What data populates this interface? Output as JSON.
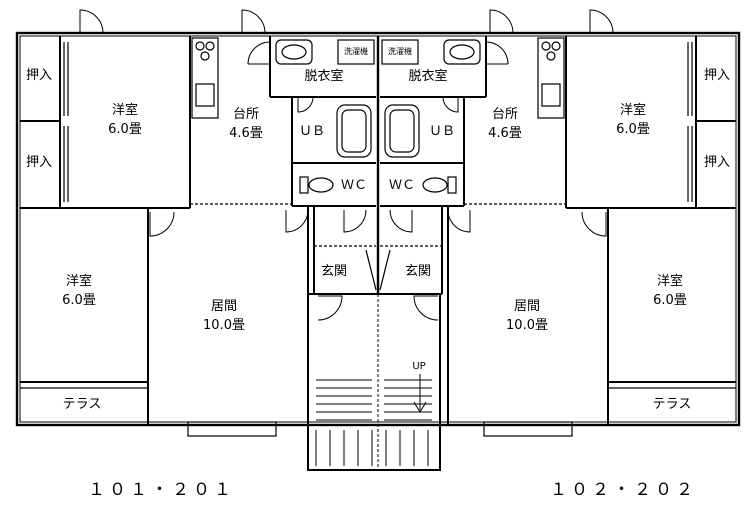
{
  "rooms": {
    "left": {
      "oshiire_top": "押入",
      "oshiire_bottom": "押入",
      "youshitsu_top": {
        "name": "洋室",
        "size": "6.0畳"
      },
      "daidokoro": {
        "name": "台所",
        "size": "4.6畳"
      },
      "datsuishitsu": "脱衣室",
      "washer": "洗濯機",
      "ub": "ＵＢ",
      "wc": "ＷＣ",
      "youshitsu_bottom": {
        "name": "洋室",
        "size": "6.0畳"
      },
      "ima": {
        "name": "居間",
        "size": "10.0畳"
      },
      "genkan": "玄関",
      "terrace": "テラス"
    },
    "right": {
      "oshiire_top": "押入",
      "oshiire_bottom": "押入",
      "youshitsu_top": {
        "name": "洋室",
        "size": "6.0畳"
      },
      "daidokoro": {
        "name": "台所",
        "size": "4.6畳"
      },
      "datsuishitsu": "脱衣室",
      "washer": "洗濯機",
      "ub": "ＵＢ",
      "wc": "ＷＣ",
      "youshitsu_bottom": {
        "name": "洋室",
        "size": "6.0畳"
      },
      "ima": {
        "name": "居間",
        "size": "10.0畳"
      },
      "genkan": "玄関",
      "terrace": "テラス"
    }
  },
  "stairs_label": "UP",
  "units": {
    "left": "１０１・２０１",
    "right": "１０２・２０２"
  },
  "colors": {
    "line": "#000000",
    "background": "#ffffff"
  }
}
